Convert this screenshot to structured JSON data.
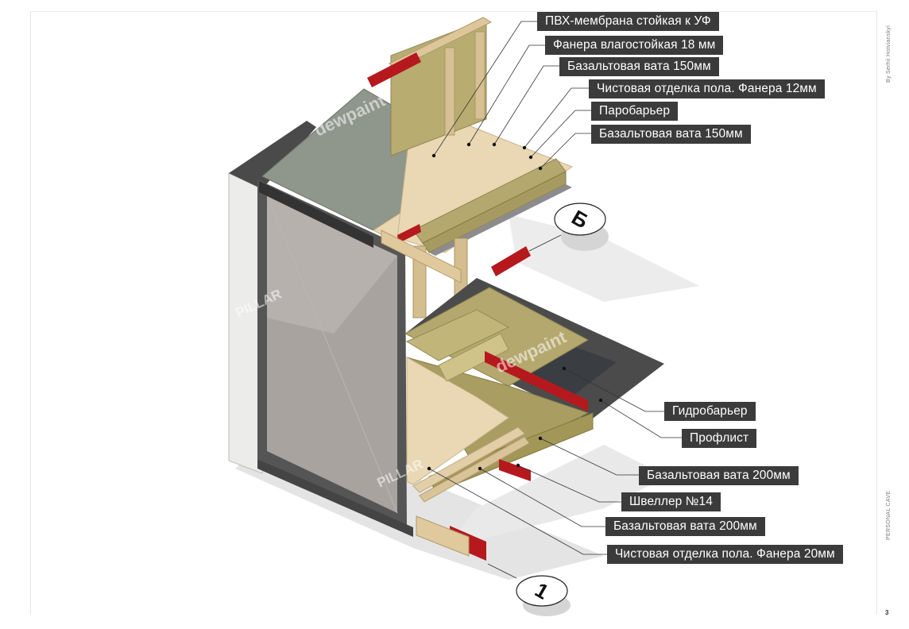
{
  "labels": {
    "l1": "ПВХ-мембрана стойкая к УФ",
    "l2": "Фанера влагостойкая 18 мм",
    "l3": "Базальтовая вата 150мм",
    "l4": "Чистовая отделка пола. Фанера 12мм",
    "l5": "Паробарьер",
    "l6": "Базальтовая вата 150мм",
    "l7": "Гидробарьер",
    "l8": "Профлист",
    "l9": "Базальтовая вата 200мм",
    "l10": "Швеллер №14",
    "l11": "Базальтовая вата 200мм",
    "l12": "Чистовая отделка пола. Фанера 20мм"
  },
  "markers": {
    "top": "Б",
    "bottom": "1"
  },
  "watermarks": {
    "dewpaint": "dewpaint",
    "pillar": "PILLAR"
  },
  "side": {
    "author": "By Serhii Hotvianskyi",
    "project": "PERSONAL CAVE",
    "page": "3"
  },
  "colors": {
    "label_bg": "#3b3b3b",
    "insulation": "#b4a86e",
    "plywood": "#e9d7b2",
    "membrane": "#8f968b",
    "channel": "#b5191e",
    "concrete": "#e8e8e4",
    "glass": "#a9a3a0"
  }
}
